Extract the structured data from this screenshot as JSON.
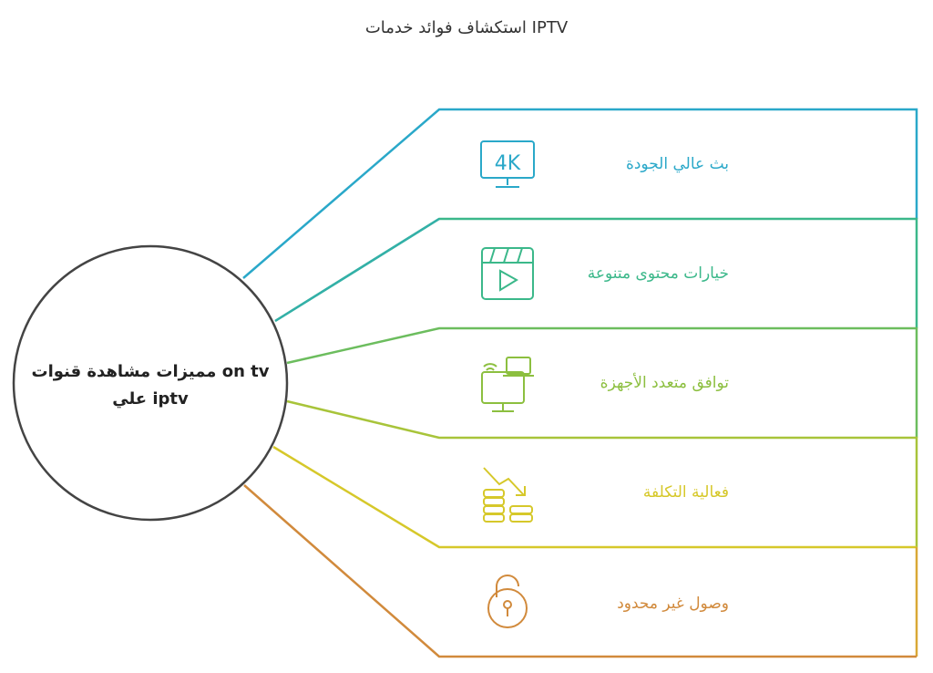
{
  "title": "IPTV استكشاف فوائد خدمات",
  "center": {
    "line1": "on tv مميزات مشاهدة قنوات",
    "line2": "iptv علي"
  },
  "items": [
    {
      "label": "بث عالي الجودة",
      "icon": "4k-tv-icon",
      "color": "#2aa8c9"
    },
    {
      "label": "خيارات محتوى متنوعة",
      "icon": "video-clapper-icon",
      "color": "#3bb88a"
    },
    {
      "label": "توافق متعدد الأجهزة",
      "icon": "multi-device-icon",
      "color": "#8cbf3f"
    },
    {
      "label": "فعالية التكلفة",
      "icon": "cost-coins-icon",
      "color": "#d6c82a"
    },
    {
      "label": "وصول غير محدود",
      "icon": "unlock-icon",
      "color": "#d18a3c"
    }
  ]
}
